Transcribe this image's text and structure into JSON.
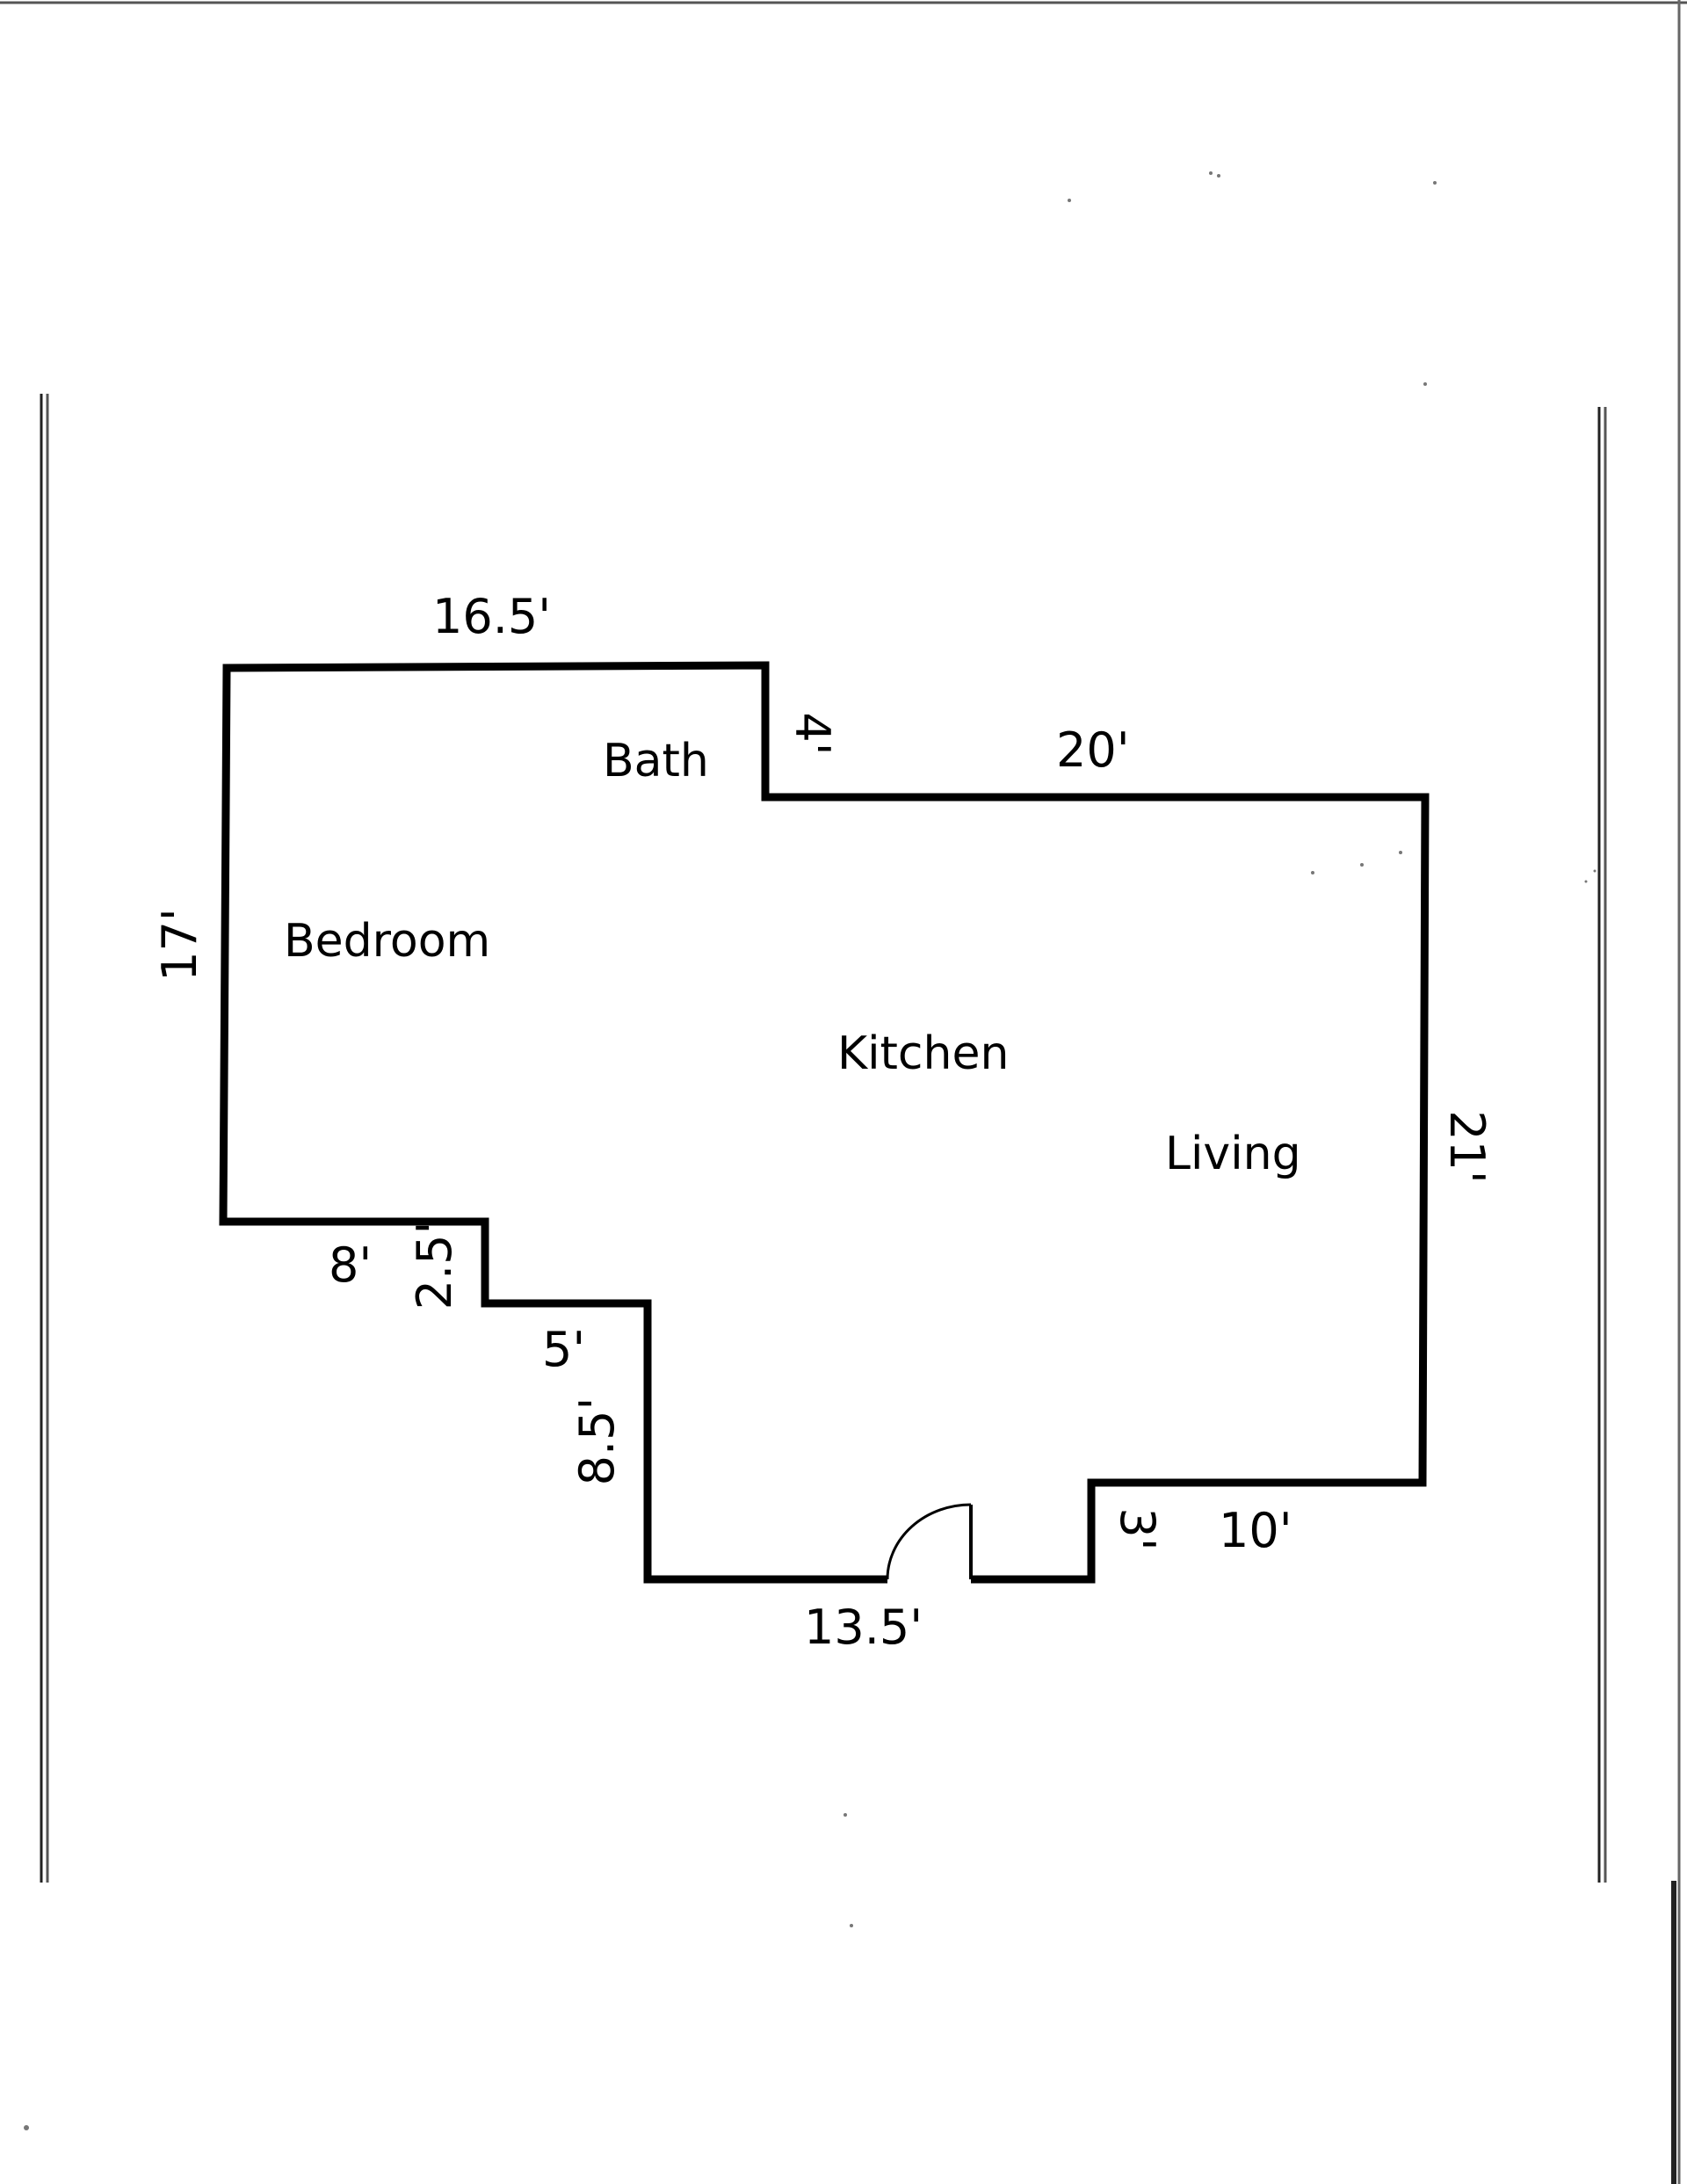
{
  "floor_plan": {
    "rooms": {
      "bedroom": "Bedroom",
      "bath": "Bath",
      "kitchen": "Kitchen",
      "living": "Living"
    },
    "dimensions": {
      "top_bedroom_bath": "16.5'",
      "bath_step": "4'",
      "top_kitchen_living": "20'",
      "left_wall": "17'",
      "right_wall": "21'",
      "bedroom_bottom": "8'",
      "step_one": "2.5'",
      "step_two": "5'",
      "lower_left_wall": "8.5'",
      "entry_wall": "13.5'",
      "living_step": "3'",
      "living_bottom": "10'"
    }
  }
}
